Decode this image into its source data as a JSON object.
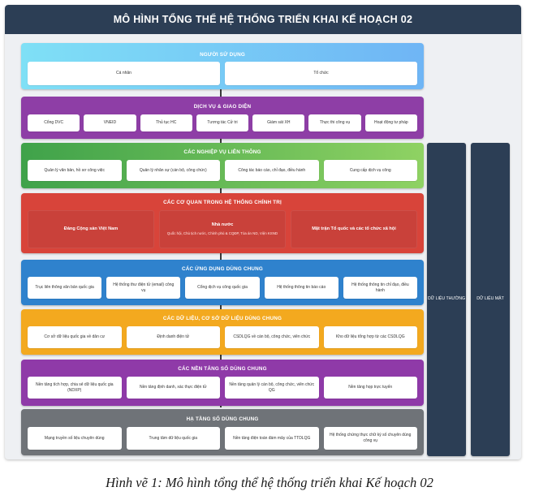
{
  "title": "MÔ HÌNH TỔNG THỂ HỆ THỐNG TRIỂN KHAI KẾ HOẠCH 02",
  "layers": {
    "users": {
      "title": "NGƯỜI SỬ DỤNG",
      "items": [
        "Cá nhân",
        "Tổ chức"
      ]
    },
    "services": {
      "title": "DỊCH VỤ & GIAO DIỆN",
      "items": [
        "Cổng DVC",
        "VNEID",
        "Thủ tục HC",
        "Tương tác Cử tri",
        "Giám sát XH",
        "Thực thi công vụ",
        "Hoạt động tư pháp"
      ]
    },
    "business": {
      "title": "CÁC NGHIỆP VỤ LIÊN THÔNG",
      "items": [
        "Quản lý văn bản, hồ sơ công việc",
        "Quản lý nhân sự (cán bộ, công chức)",
        "Công tác báo cáo, chỉ đạo, điều hành",
        "Cung cấp dịch vụ công"
      ]
    },
    "political": {
      "title": "CÁC CƠ QUAN TRONG HỆ THỐNG CHÍNH TRỊ",
      "party": "Đảng Cộng sản Việt Nam",
      "state_title": "Nhà nước",
      "state_sub": "Quốc hội, Chủ tịch nước, Chính phủ & CQĐP, Tòa án ND, Viện KSND",
      "front": "Mặt trận Tổ quốc và các tổ chức xã hội"
    },
    "apps": {
      "title": "CÁC ỨNG DỤNG DÙNG CHUNG",
      "items": [
        "Trục liên thông văn bản quốc gia",
        "Hệ thống thư điện tử (email) công vụ",
        "Cổng dịch vụ công quốc gia",
        "Hệ thống thông tin báo cáo",
        "Hệ thống thông tin chỉ đạo, điều hành"
      ]
    },
    "data": {
      "title": "CÁC DỮ LIỆU, CƠ SỞ DỮ LIỆU DÙNG CHUNG",
      "items": [
        "Cơ sở dữ liệu quốc gia về dân cư",
        "Định danh điện tử",
        "CSDLQG về cán bộ, công chức, viên chức",
        "Kho dữ liệu tổng hợp từ các CSDLQG"
      ]
    },
    "platforms": {
      "title": "CÁC NỀN TẢNG SỐ DÙNG CHUNG",
      "items": [
        "Nền tảng tích hợp, chia sẻ dữ liệu quốc gia (NDXP)",
        "Nền tảng định danh, xác thực điện tử",
        "Nền tảng quản lý cán bộ, công chức, viên chức QG",
        "Nền tảng họp trực tuyến"
      ]
    },
    "infra": {
      "title": "HẠ TẦNG SỐ DÙNG CHUNG",
      "items": [
        "Mạng truyền số liệu chuyên dùng",
        "Trung tâm dữ liệu quốc gia",
        "Nền tảng điện toán đám mây của TTDLQG",
        "Hệ thống chứng thực chữ ký số chuyên dùng công vụ"
      ]
    }
  },
  "side": {
    "normal": "DỮ LIỆU THƯỜNG",
    "secret": "DỮ LIỆU MẬT"
  },
  "caption": "Hình vẽ 1: Mô hình tổng thể hệ thống triển khai Kế hoạch 02"
}
